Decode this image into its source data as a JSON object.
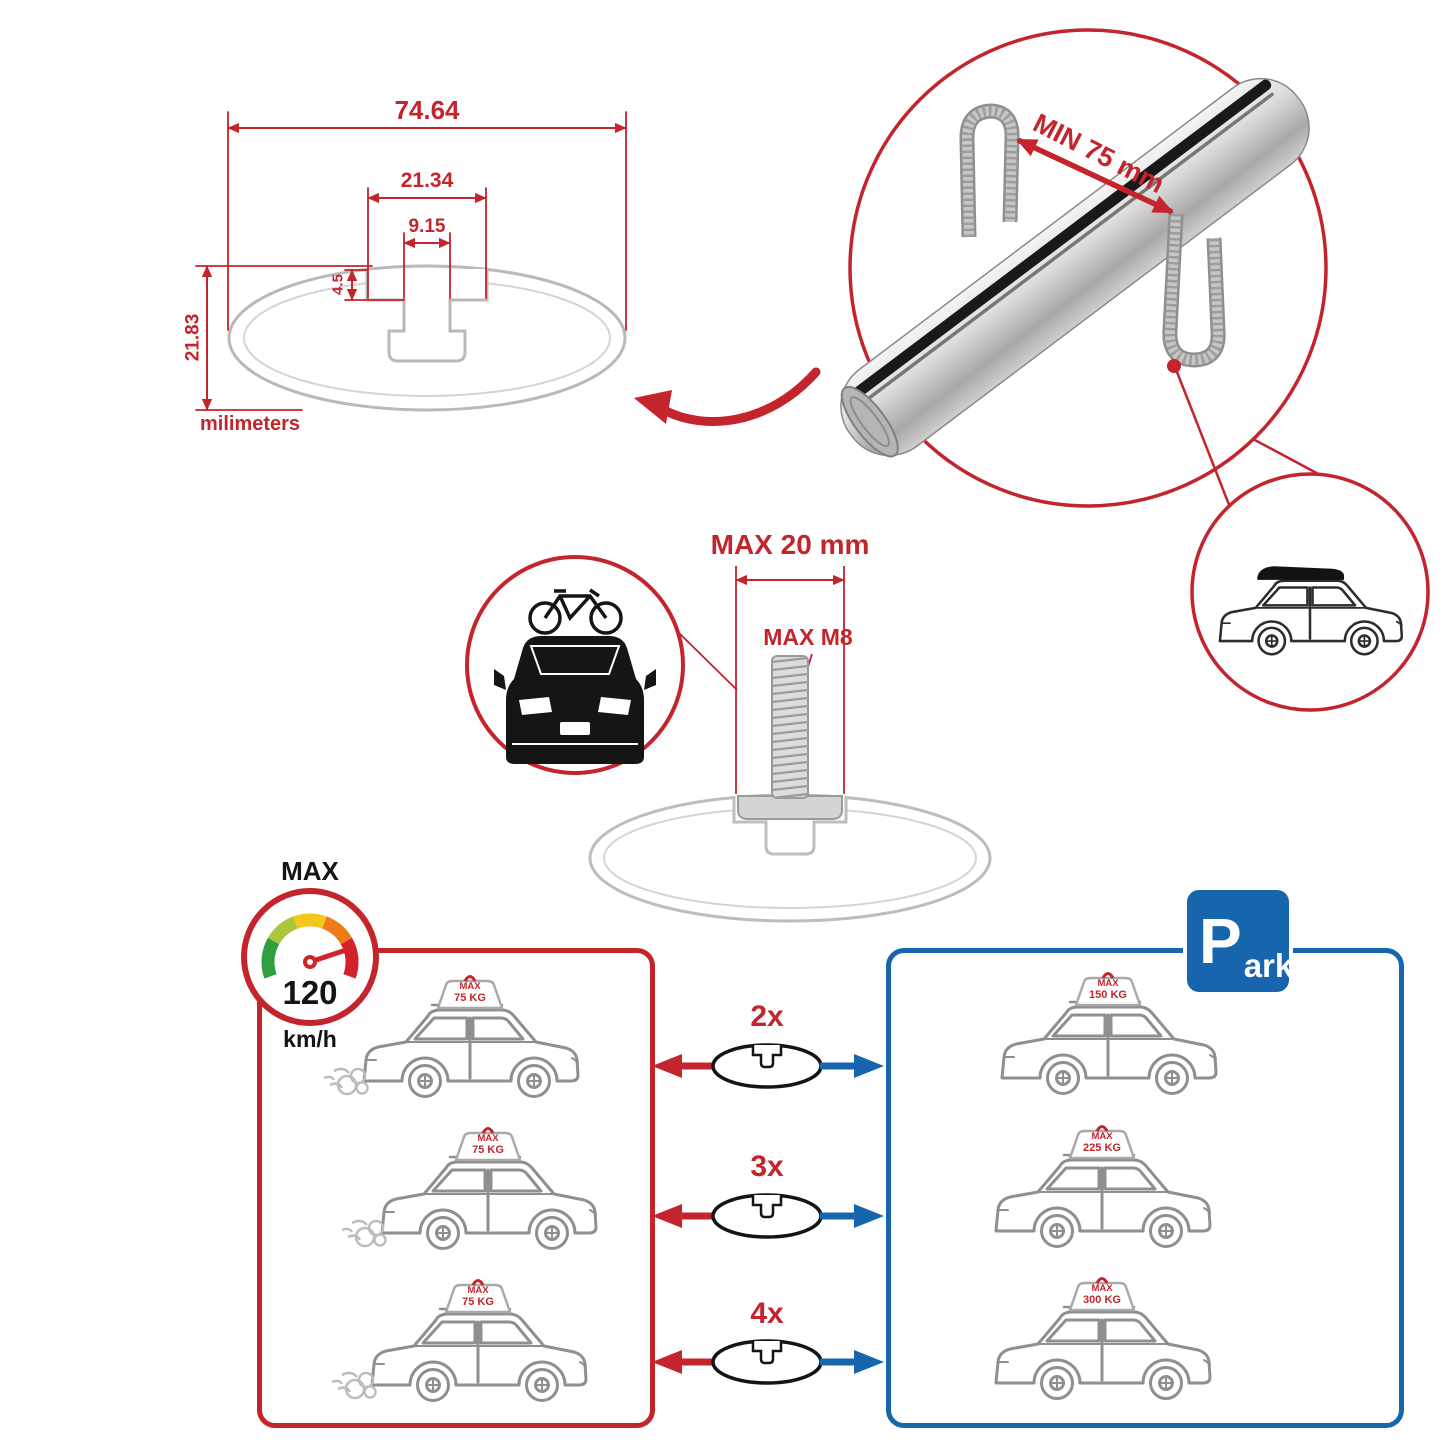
{
  "page": {
    "description": "Roof rack crossbar installation and specification infographic",
    "background": "#ffffff"
  },
  "colors": {
    "accent_red": "#c4242b",
    "accent_blue": "#1766ad",
    "line_gray": "#b9b9b9",
    "dark": "#141414",
    "silver": "#d9d9d9"
  },
  "cross_section": {
    "total_width": "74.64",
    "slot_outer_width": "21.34",
    "slot_inner_width": "9.15",
    "slot_depth": "4.5",
    "total_height": "21.83",
    "unit_label": "milimeters"
  },
  "bar_inset": {
    "min_clearance": "MIN 75 mm"
  },
  "bolt_inset": {
    "max_width": "MAX 20 mm",
    "max_thread": "MAX M8"
  },
  "speed_limit": {
    "label": "MAX",
    "value": "120",
    "unit": "km/h"
  },
  "park_sign": {
    "letter": "P",
    "suffix": "ark"
  },
  "capacity_rows": [
    {
      "count": "2x",
      "left_max": "MAX",
      "left_kg": "75 KG",
      "right_max": "MAX",
      "right_kg": "150 KG"
    },
    {
      "count": "3x",
      "left_max": "MAX",
      "left_kg": "75 KG",
      "right_max": "MAX",
      "right_kg": "225 KG"
    },
    {
      "count": "4x",
      "left_max": "MAX",
      "left_kg": "75 KG",
      "right_max": "MAX",
      "right_kg": "300 KG"
    }
  ],
  "icons": {
    "speedometer-icon": "gauge with green-to-red arc and needle",
    "park-sign": "blue square with white P",
    "crossbar-3d": "silver aluminum aero bar with top slot",
    "u-bolt-icon": "threaded U clamp",
    "bolt-m8-icon": "threaded bolt with T-slot plate",
    "suv-side-icon": "SUV side line art",
    "roof-bag-icon": "cargo bag with red hook",
    "roofbox-icon": "black roof box",
    "car-front-bike-icon": "car front silhouette with bicycle on roof",
    "exhaust-puffs-icon": "smoke circles",
    "arrow-left-red": "red arrow",
    "arrow-right-blue": "blue arrow",
    "profile-ellipse-icon": "crossbar cross-section ellipse with T-slot"
  }
}
